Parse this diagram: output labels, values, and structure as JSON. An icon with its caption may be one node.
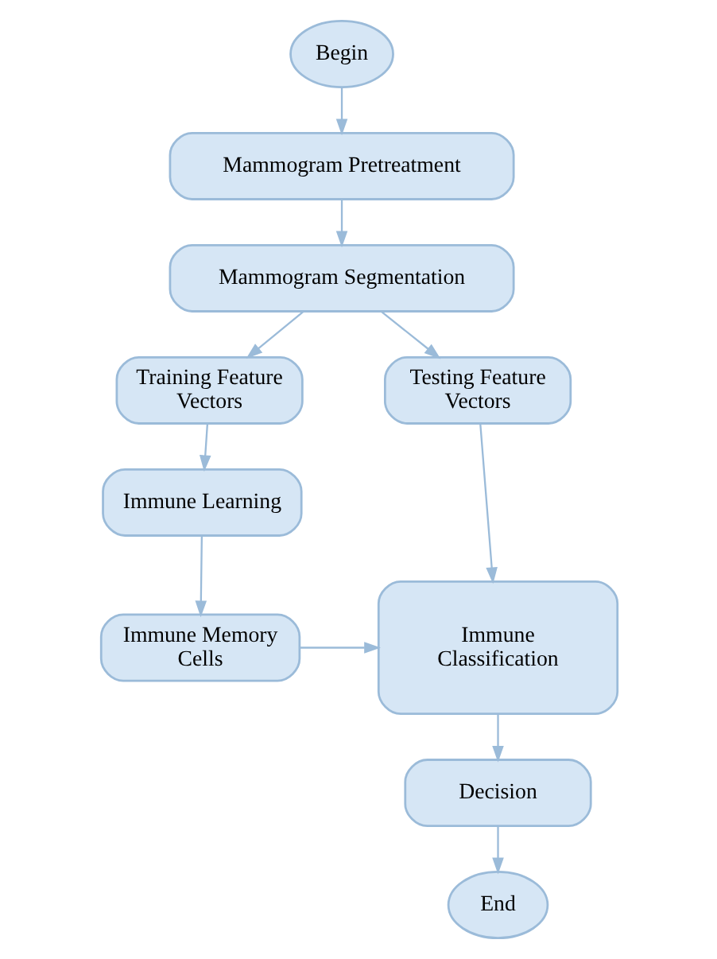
{
  "diagram": {
    "nodes": [
      {
        "text": [
          "Begin"
        ]
      },
      {
        "text": [
          "Mammogram Pretreatment"
        ]
      },
      {
        "text": [
          "Mammogram Segmentation"
        ]
      },
      {
        "text": [
          "Training Feature Vectors"
        ]
      },
      {
        "text": [
          "Testing Feature Vectors"
        ]
      },
      {
        "text": [
          "Immune Learning"
        ]
      },
      {
        "text": [
          "Immune Memory Cells"
        ]
      },
      {
        "text": [
          "Immune Classification"
        ]
      },
      {
        "text": [
          "Decision"
        ]
      },
      {
        "text": [
          "End"
        ]
      }
    ],
    "edges": [
      {
        "from": 0,
        "to": 1,
        "arrow": "to"
      },
      {
        "from": 1,
        "to": 2,
        "arrow": "to"
      },
      {
        "from": 2,
        "to": 3,
        "arrow": "to"
      },
      {
        "from": 2,
        "to": 4,
        "arrow": "to"
      },
      {
        "from": 3,
        "to": 5,
        "arrow": "to"
      },
      {
        "from": 5,
        "to": 6,
        "arrow": "to"
      },
      {
        "from": 6,
        "to": 7,
        "arrow": "to"
      },
      {
        "from": 4,
        "to": 7,
        "arrow": "to"
      },
      {
        "from": 7,
        "to": 8,
        "arrow": "to"
      },
      {
        "from": 8,
        "to": 9,
        "arrow": "to"
      }
    ]
  }
}
